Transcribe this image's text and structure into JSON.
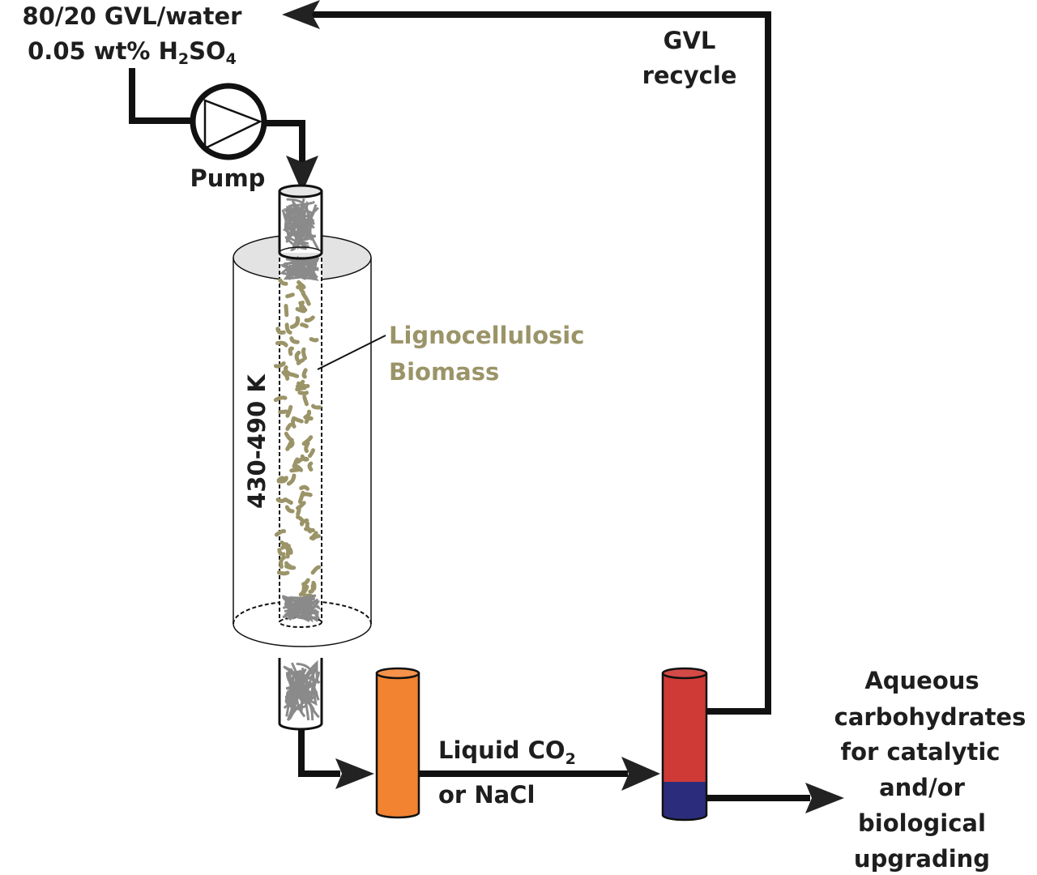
{
  "feed": {
    "line1": "80/20 GVL/water",
    "line2_prefix": "0.05 wt% H",
    "line2_sub1": "2",
    "line2_mid": "SO",
    "line2_sub2": "4"
  },
  "pump": {
    "label": "Pump"
  },
  "recycle": {
    "line1": "GVL",
    "line2": "recycle"
  },
  "reactor": {
    "temperature": "430-490 K",
    "biomass_line1": "Lignocellulosic",
    "biomass_line2": "Biomass"
  },
  "separation": {
    "line1_prefix": "Liquid CO",
    "line1_sub": "2",
    "line2": "or NaCl"
  },
  "product": {
    "lines": [
      "Aqueous",
      "carbohydrates",
      "for catalytic",
      "and/or",
      "biological",
      "upgrading"
    ]
  },
  "colors": {
    "separator_column": "#f28331",
    "phase_upper": "#cf3a36",
    "phase_lower": "#2b2d7c",
    "biomass": "#9b9468",
    "mesh": "#8a8a8a",
    "reactor_cap": "#e3e3e3"
  }
}
